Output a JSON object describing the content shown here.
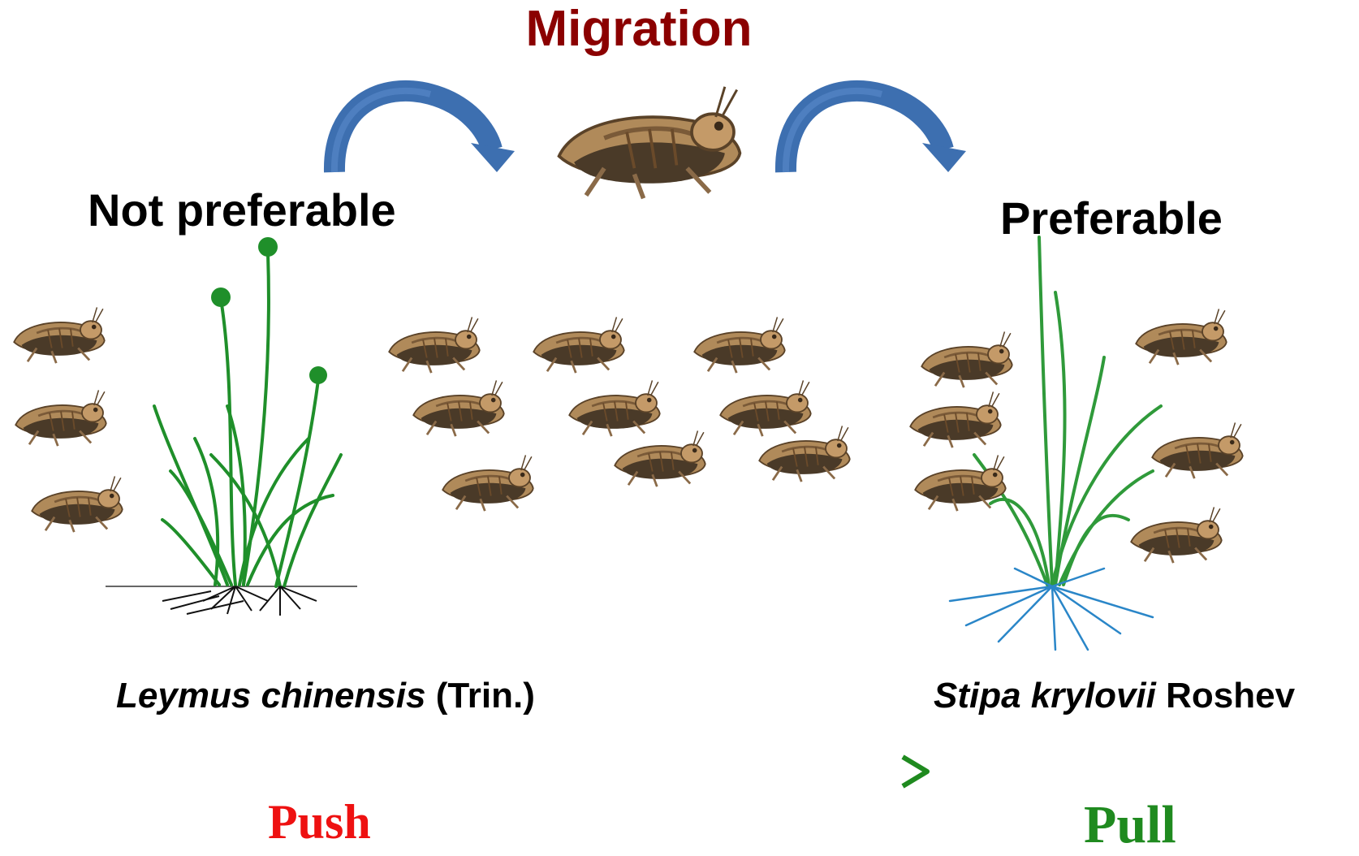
{
  "title": "Migration",
  "left_label": "Not preferable",
  "right_label": "Preferable",
  "left_species": {
    "italic": "Leymus chinensis",
    "rest": " (Trin.)"
  },
  "right_species": {
    "italic": "Stipa krylovii",
    "rest": " Roshev"
  },
  "push_label": "Push",
  "pull_label": "Pull",
  "colors": {
    "title": "#8b0000",
    "arrow_curve": "#3d6fb0",
    "push": "#ee1111",
    "pull": "#1f8a1f",
    "locust_body": "#b08a5a",
    "locust_dark": "#4a3a28",
    "grass_left": "#1f8f2a",
    "grass_right": "#2f9a3a",
    "grass_blue": "#2a86c8"
  },
  "icons": {
    "curved_arrow": "curved-arrow-icon",
    "locust": "locust-icon",
    "gradient_arrow": "gradient-arrow-icon"
  }
}
